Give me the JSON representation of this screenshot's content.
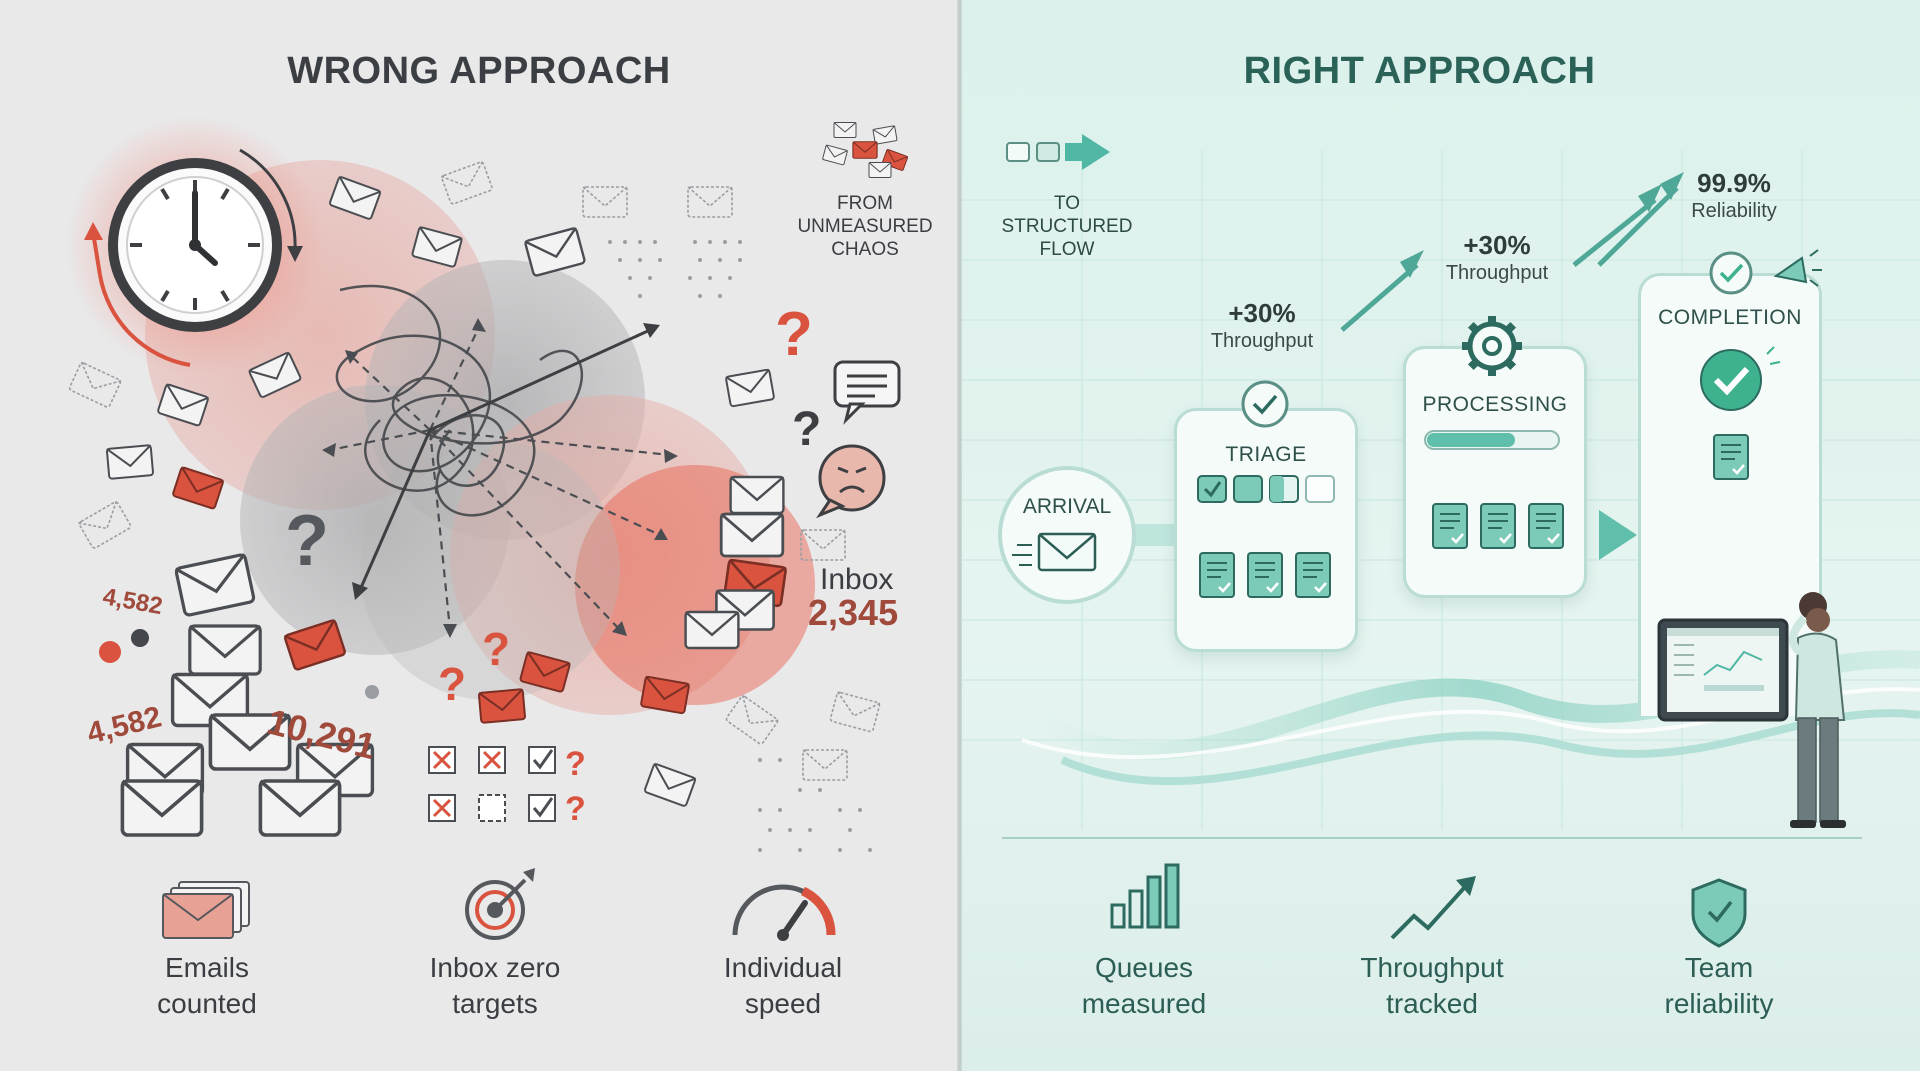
{
  "left": {
    "title": "WRONG APPROACH",
    "chaos_label": "FROM\nUNMEASURED\nCHAOS",
    "inbox_label": "Inbox",
    "inbox_count": "2,345",
    "count_a": "4,582",
    "count_b": "4,582",
    "count_c": "10,291",
    "captions": [
      "Emails\ncounted",
      "Inbox zero\ntargets",
      "Individual\nspeed"
    ],
    "colors": {
      "accent": "#d9533f",
      "muted": "#8a8f94"
    }
  },
  "right": {
    "title": "RIGHT APPROACH",
    "flow_label": "TO\nSTRUCTURED\nFLOW",
    "stages": {
      "arrival": "ARRIVAL",
      "triage": "TRIAGE",
      "processing": "PROCESSING",
      "completion": "COMPLETION"
    },
    "metrics": [
      {
        "value": "+30%",
        "label": "Throughput"
      },
      {
        "value": "+30%",
        "label": "Throughput"
      },
      {
        "value": "99.9%",
        "label": "Reliability"
      }
    ],
    "captions": [
      "Queues\nmeasured",
      "Throughput\ntracked",
      "Team\nreliability"
    ],
    "colors": {
      "accent": "#4fb7a3",
      "dark": "#2a6258"
    }
  }
}
